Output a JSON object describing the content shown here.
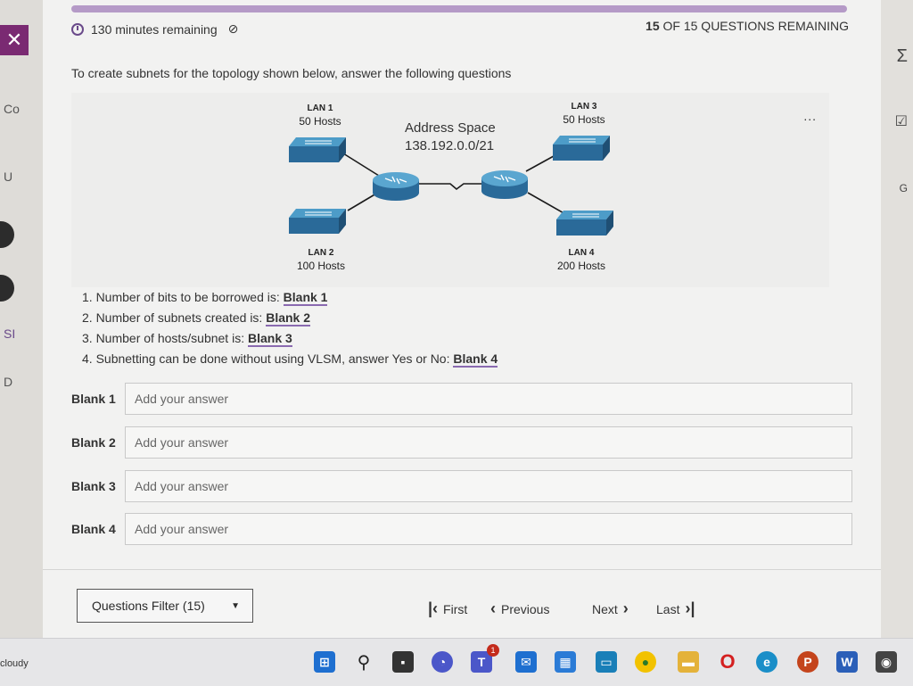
{
  "timer": {
    "text": "130 minutes remaining"
  },
  "question_count": {
    "number": "15",
    "suffix": "OF 15 QUESTIONS REMAINING"
  },
  "prompt": "To create subnets for the topology shown below, answer the following questions",
  "diagram": {
    "address_space_label": "Address Space",
    "address_space_value": "138.192.0.0/21",
    "lans": [
      {
        "name": "LAN 1",
        "hosts": "50 Hosts"
      },
      {
        "name": "LAN 2",
        "hosts": "100 Hosts"
      },
      {
        "name": "LAN 3",
        "hosts": "50 Hosts"
      },
      {
        "name": "LAN 4",
        "hosts": "200 Hosts"
      }
    ],
    "more_label": "..."
  },
  "questions": [
    {
      "text": "1. Number of bits to be borrowed is: ",
      "blank": "Blank 1"
    },
    {
      "text": "2. Number of subnets created is: ",
      "blank": "Blank 2"
    },
    {
      "text": "3. Number of hosts/subnet is: ",
      "blank": "Blank 3"
    },
    {
      "text": "4. Subnetting can be done without using VLSM, answer Yes or No: ",
      "blank": "Blank 4"
    }
  ],
  "answers": [
    {
      "label": "Blank 1",
      "placeholder": "Add your answer",
      "value": ""
    },
    {
      "label": "Blank 2",
      "placeholder": "Add your answer",
      "value": ""
    },
    {
      "label": "Blank 3",
      "placeholder": "Add your answer",
      "value": ""
    },
    {
      "label": "Blank 4",
      "placeholder": "Add your answer",
      "value": ""
    }
  ],
  "footer": {
    "filter_label": "Questions Filter (15)",
    "first": "First",
    "previous": "Previous",
    "next": "Next",
    "last": "Last"
  },
  "side_peeks": {
    "left": [
      "Co",
      "U",
      "SI",
      "D"
    ],
    "right": [
      "G"
    ]
  },
  "taskbar": {
    "weather": "cloudy",
    "badge": "1",
    "icons": [
      "windows-start",
      "search",
      "task-view",
      "chat",
      "teams",
      "mail",
      "store",
      "monitor",
      "chrome",
      "file-explorer",
      "opera",
      "edge",
      "powerpoint",
      "word",
      "camera"
    ]
  },
  "colors": {
    "accent_purple": "#7a2a72",
    "progress_bar": "#b59ac7",
    "blank_underline": "#8a6ab0"
  }
}
